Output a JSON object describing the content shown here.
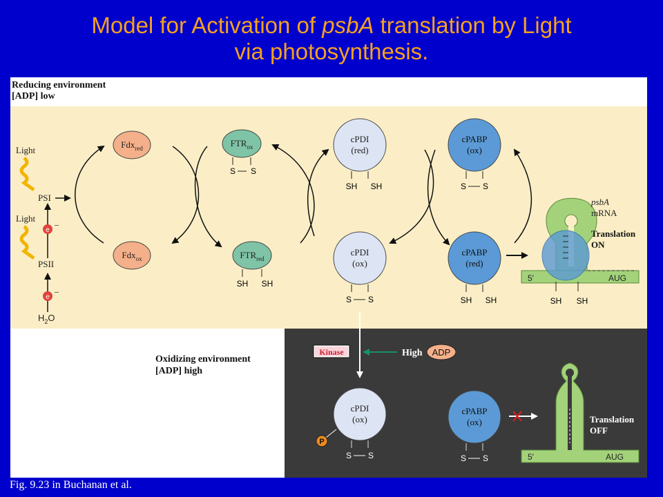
{
  "slide": {
    "title_prefix": "Model for Activation of ",
    "title_italic": "psbA",
    "title_suffix": " translation by Light",
    "title_line2": "via photosynthesis.",
    "caption": "Fig. 9.23 in Buchanan et al."
  },
  "colors": {
    "slide_bg": "#0000cc",
    "title": "#f5a020",
    "reducing_bg": "#fbeec6",
    "oxidizing_bg": "#3a3a3a",
    "fdx": "#f4b08a",
    "ftr": "#7fc4a7",
    "cpdi": "#dde4f4",
    "cpabp": "#5b9ad6",
    "mrna": "#a3d27a"
  },
  "reducing": {
    "header_line1": "Reducing environment",
    "header_line2": "[ADP] low"
  },
  "oxidizing": {
    "header_line1": "Oxidizing environment",
    "header_line2": "[ADP] high"
  },
  "electron_chain": {
    "light1": "Light",
    "light2": "Light",
    "psi": "PSI",
    "psii": "PSII",
    "electron": "e",
    "minus": "–",
    "water_h": "H",
    "water_sub": "2",
    "water_o": "O"
  },
  "nodes": {
    "fdx_red": {
      "main": "Fdx",
      "sub": "red"
    },
    "fdx_ox": {
      "main": "Fdx",
      "sub": "ox"
    },
    "ftr_ox": {
      "main": "FTR",
      "sub": "ox"
    },
    "ftr_red": {
      "main": "FTR",
      "sub": "red"
    },
    "cpdi_red": {
      "line1": "cPDI",
      "line2": "(red)"
    },
    "cpdi_ox": {
      "line1": "cPDI",
      "line2": "(ox)"
    },
    "cpabp_ox": {
      "line1": "cPABP",
      "line2": "(ox)"
    },
    "cpabp_red": {
      "line1": "cPABP",
      "line2": "(red)"
    },
    "cpdi_ox_p": {
      "line1": "cPDI",
      "line2": "(ox)"
    },
    "cpabp_ox_off": {
      "line1": "cPABP",
      "line2": "(ox)"
    }
  },
  "thiols": {
    "sh": "SH",
    "s": "S"
  },
  "mrna": {
    "name_italic": "psbA",
    "name": "mRNA",
    "five_prime": "5′",
    "aug": "AUG",
    "on_line1": "Translation",
    "on_line2": "ON",
    "off_line1": "Translation",
    "off_line2": "OFF"
  },
  "kinase": {
    "label": "Kinase",
    "high": "High",
    "adp": "ADP",
    "phospho": "P"
  }
}
